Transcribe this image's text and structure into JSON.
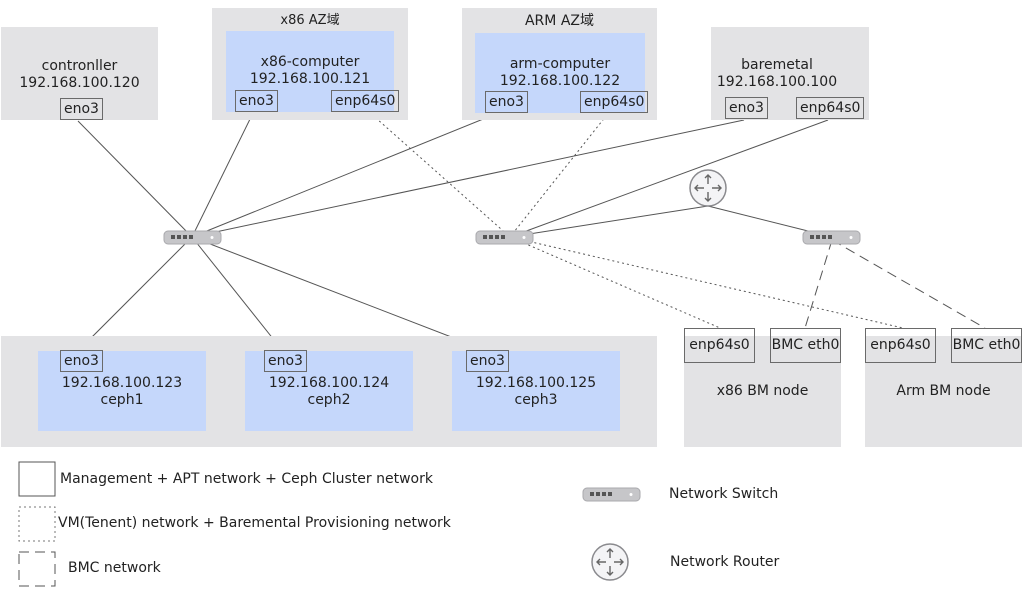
{
  "nodes": {
    "controller": {
      "name": "contronller",
      "ip": "192.168.100.120",
      "port": "eno3"
    },
    "x86_az": {
      "label": "x86 AZ域",
      "name": "x86-computer",
      "ip": "192.168.100.121",
      "port1": "eno3",
      "port2": "enp64s0"
    },
    "arm_az": {
      "label": "ARM AZ域",
      "name": "arm-computer",
      "ip": "192.168.100.122",
      "port1": "eno3",
      "port2": "enp64s0"
    },
    "baremetal": {
      "name": "baremetal",
      "ip": "192.168.100.100",
      "port1": "eno3",
      "port2": "enp64s0"
    },
    "ceph": [
      {
        "name": "ceph1",
        "ip": "192.168.100.123",
        "port": "eno3"
      },
      {
        "name": "ceph2",
        "ip": "192.168.100.124",
        "port": "eno3"
      },
      {
        "name": "ceph3",
        "ip": "192.168.100.125",
        "port": "eno3"
      }
    ],
    "x86_bm": {
      "name": "x86 BM node",
      "port1": "enp64s0",
      "port2": "BMC eth0"
    },
    "arm_bm": {
      "name": "Arm BM node",
      "port1": "enp64s0",
      "port2": "BMC eth0"
    }
  },
  "legend": {
    "solid": "Management + APT network + Ceph Cluster network",
    "dotted": "VM(Tenent) network + Baremental Provisioning network",
    "dashed": "BMC network",
    "switch": "Network Switch",
    "router": "Network Router"
  },
  "colors": {
    "gray_box": "#e3e3e5",
    "blue_box": "#c5d7fb",
    "line": "#555555"
  },
  "icons": {
    "switch": "network-switch-icon",
    "router": "network-router-icon"
  }
}
